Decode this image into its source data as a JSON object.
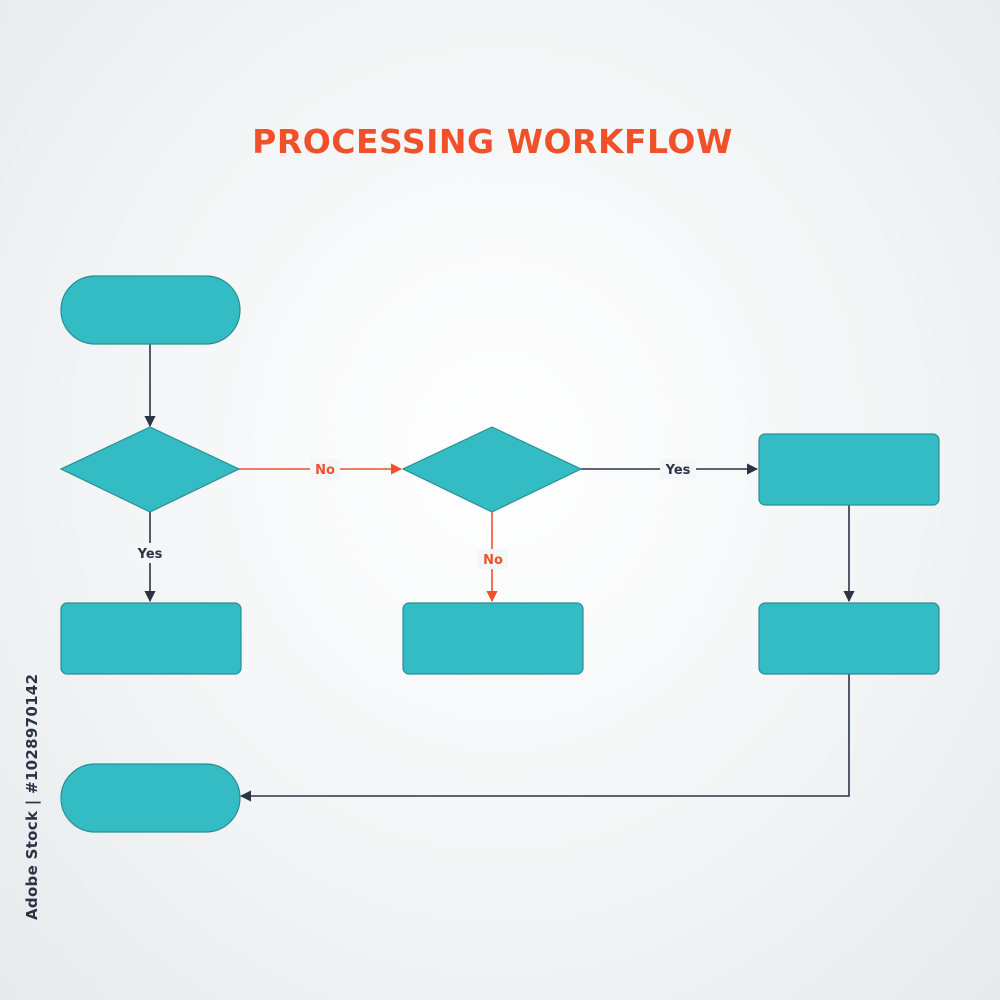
{
  "title": "PROCESSING WORKFLOW",
  "side_text": {
    "prefix": "Adobe Stock",
    "separator": "|",
    "id": "#1028970142"
  },
  "edge_labels": {
    "decision1_yes": "Yes",
    "decision1_no": "No",
    "decision2_yes": "Yes",
    "decision2_no": "No"
  },
  "colors": {
    "shape_fill": "#33bcc3",
    "shape_stroke": "#2a8f94",
    "line_dark": "#2b3444",
    "line_orange": "#f0502a",
    "title": "#f0502a"
  }
}
